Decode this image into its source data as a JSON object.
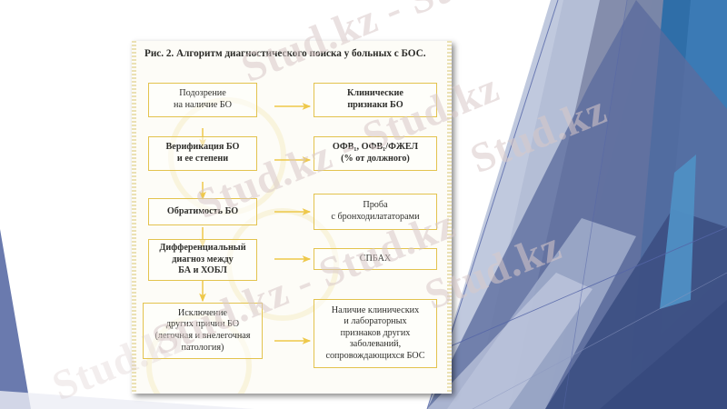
{
  "slide": {
    "background_colors": {
      "white": "#ffffff",
      "steel_blue": "#2f6da7",
      "mid_blue": "#3b7ab5",
      "slate_blue": "#5b6b9e",
      "deep_navy": "#3c4f82",
      "grey_blue": "#7d87a8",
      "pale_blue": "#b9c3da",
      "light_steel": "#9aa7c4",
      "hairline": "#5566a8",
      "left_wedge": "#6a7aae"
    }
  },
  "watermark": {
    "text": "Stud.kz - Stud.kz",
    "short_text": "Stud.kz",
    "color": "#d9c9c9",
    "angle_deg": -22
  },
  "figure": {
    "title": "Рис. 2. Алгоритм диагностического поиска у больных с БОС.",
    "border_color": "#e3c34e",
    "arrow_color": "#eec84a",
    "paper_color": "#fdfcf7",
    "nodes": [
      {
        "id": "n1",
        "column": "left",
        "row": 1,
        "bold": false,
        "lines": [
          "Подозрение",
          "на наличие БО"
        ]
      },
      {
        "id": "n2",
        "column": "right",
        "row": 1,
        "bold": true,
        "lines": [
          "Клинические",
          "признаки БО"
        ]
      },
      {
        "id": "n3",
        "column": "left",
        "row": 2,
        "bold": true,
        "lines": [
          "Верификация БО",
          "и ее степени"
        ]
      },
      {
        "id": "n4",
        "column": "right",
        "row": 2,
        "bold": true,
        "lines": [
          "ОФВ₁, ОФВ₁/ФЖЕЛ",
          "(% от должного)"
        ]
      },
      {
        "id": "n5",
        "column": "left",
        "row": 3,
        "bold": true,
        "lines": [
          "Обратимость БО"
        ]
      },
      {
        "id": "n6",
        "column": "right",
        "row": 3,
        "bold": false,
        "lines": [
          "Проба",
          "с бронходилататорами"
        ]
      },
      {
        "id": "n7",
        "column": "left",
        "row": 4,
        "bold": true,
        "lines": [
          "Дифференциальный",
          "диагноз между",
          "БА и ХОБЛ"
        ]
      },
      {
        "id": "n8",
        "column": "right",
        "row": 4,
        "bold": false,
        "lines": [
          "СПБАХ"
        ]
      },
      {
        "id": "n9",
        "column": "left",
        "row": 5,
        "bold": false,
        "lines": [
          "Исключение",
          "других причин БО",
          "(легочная и внелегочная",
          "патология)"
        ]
      },
      {
        "id": "n10",
        "column": "right",
        "row": 5,
        "bold": false,
        "lines": [
          "Наличие клинических",
          "и лабораторных",
          "признаков других",
          "заболеваний,",
          "сопровождающихся БОС"
        ]
      }
    ],
    "edges": [
      {
        "from": "n1",
        "to": "n2",
        "direction": "right"
      },
      {
        "from": "n1",
        "to": "n3",
        "direction": "down"
      },
      {
        "from": "n3",
        "to": "n4",
        "direction": "right"
      },
      {
        "from": "n3",
        "to": "n5",
        "direction": "down"
      },
      {
        "from": "n5",
        "to": "n6",
        "direction": "right"
      },
      {
        "from": "n5",
        "to": "n7",
        "direction": "down"
      },
      {
        "from": "n7",
        "to": "n8",
        "direction": "right"
      },
      {
        "from": "n7",
        "to": "n9",
        "direction": "down"
      },
      {
        "from": "n9",
        "to": "n10",
        "direction": "right"
      }
    ]
  }
}
